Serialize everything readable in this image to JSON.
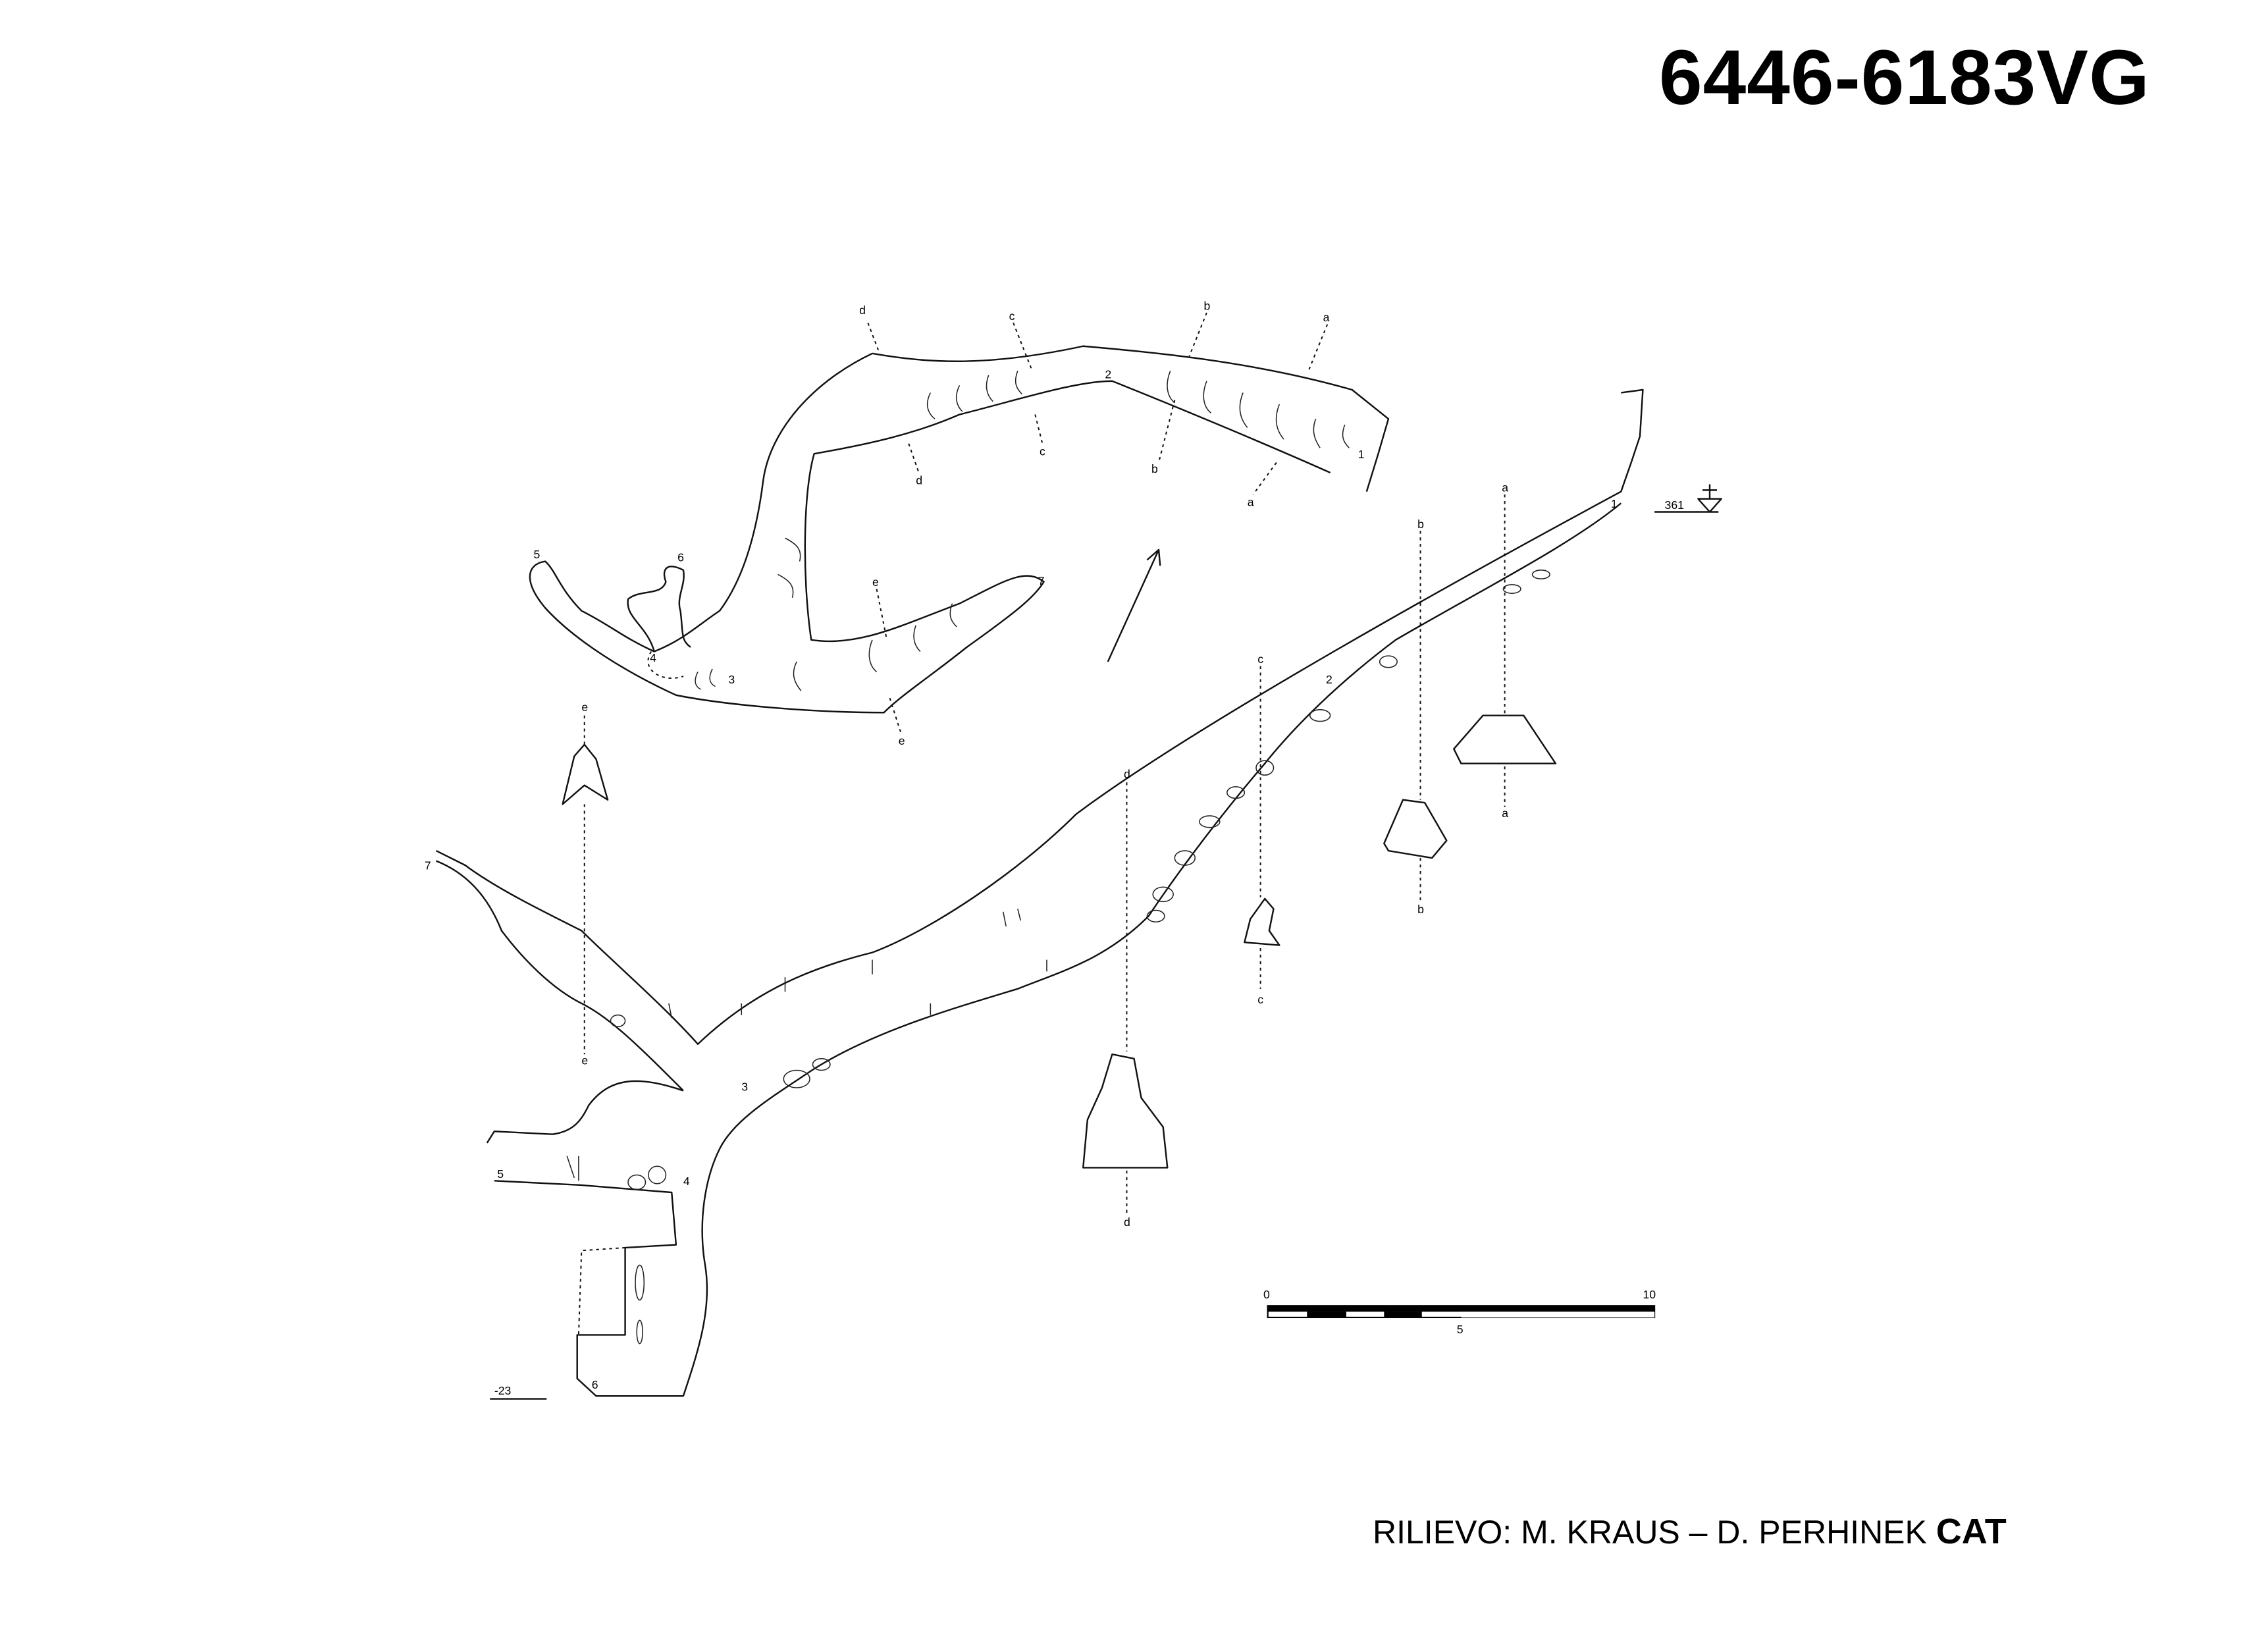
{
  "title": "6446-6183VG",
  "credit": {
    "survey": "RILIEVO: M. KRAUS – D. PERHINEK",
    "group": "CAT"
  },
  "elevation": {
    "entrance": "361",
    "bottom": "-23"
  },
  "scale_bar": {
    "start": "0",
    "mid": "5",
    "end": "10"
  },
  "plan_stations": [
    "1",
    "2",
    "3",
    "4",
    "5",
    "6",
    "7"
  ],
  "profile_stations": [
    "1",
    "2",
    "3",
    "4",
    "5",
    "6",
    "7"
  ],
  "section_letters": [
    "a",
    "b",
    "c",
    "d",
    "e"
  ],
  "icons": {
    "north": "north-arrow-icon",
    "entrance": "entrance-marker-icon"
  }
}
